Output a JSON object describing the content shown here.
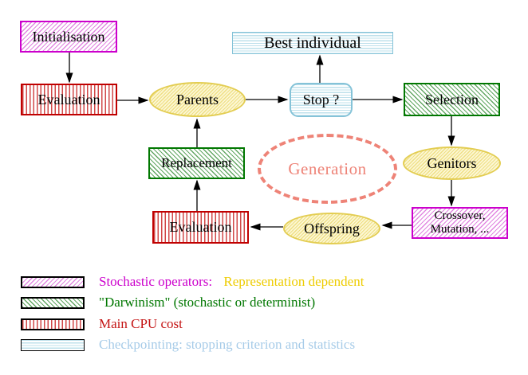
{
  "figure": {
    "title": "evolutionary-algorithm-generation-loop",
    "background": "#ffffff",
    "nodes": {
      "initialisation": {
        "label": "Initialisation",
        "shape": "box",
        "pattern": "magenta-diagonal-hatch"
      },
      "evaluation_top": {
        "label": "Evaluation",
        "shape": "box",
        "pattern": "red-vertical-stripes"
      },
      "parents": {
        "label": "Parents",
        "shape": "ellipse",
        "pattern": "yellow-diagonal-hatch"
      },
      "best_individual": {
        "label": "Best individual",
        "shape": "box",
        "pattern": "cyan-horizontal-stripes"
      },
      "stop": {
        "label": "Stop ?",
        "shape": "rounded-box",
        "pattern": "cyan-horizontal-stripes"
      },
      "selection": {
        "label": "Selection",
        "shape": "box",
        "pattern": "green-diagonal-hatch"
      },
      "genitors": {
        "label": "Genitors",
        "shape": "ellipse",
        "pattern": "yellow-diagonal-hatch"
      },
      "crossover_mutation": {
        "label_line1": "Crossover,",
        "label_line2": "Mutation, ...",
        "shape": "box",
        "pattern": "magenta-diagonal-hatch"
      },
      "offspring": {
        "label": "Offspring",
        "shape": "ellipse",
        "pattern": "yellow-diagonal-hatch"
      },
      "evaluation_bottom": {
        "label": "Evaluation",
        "shape": "box",
        "pattern": "red-vertical-stripes"
      },
      "replacement": {
        "label": "Replacement",
        "shape": "box",
        "pattern": "green-diagonal-hatch"
      },
      "generation": {
        "label": "Generation",
        "shape": "dashed-ellipse",
        "color": "#ee8377"
      }
    },
    "edges": [
      {
        "from": "initialisation",
        "to": "evaluation_top"
      },
      {
        "from": "evaluation_top",
        "to": "parents"
      },
      {
        "from": "parents",
        "to": "stop"
      },
      {
        "from": "stop",
        "to": "best_individual"
      },
      {
        "from": "stop",
        "to": "selection"
      },
      {
        "from": "selection",
        "to": "genitors"
      },
      {
        "from": "genitors",
        "to": "crossover_mutation"
      },
      {
        "from": "crossover_mutation",
        "to": "offspring"
      },
      {
        "from": "offspring",
        "to": "evaluation_bottom"
      },
      {
        "from": "evaluation_bottom",
        "to": "replacement"
      },
      {
        "from": "replacement",
        "to": "parents"
      }
    ],
    "colors": {
      "magenta": "#cc00cc",
      "green": "#007700",
      "red": "#c00000",
      "cyan_border": "#85c3d8",
      "yellow_border": "#e3cd52",
      "salmon": "#ee8377",
      "arrow": "#000000"
    },
    "legend": {
      "items": [
        {
          "pattern": "magenta-diagonal-hatch",
          "label": "Stochastic operators:",
          "color": "#cc00cc",
          "label2": "Representation dependent",
          "color2": "#eecc00"
        },
        {
          "pattern": "green-diagonal-hatch",
          "label": "\"Darwinism\" (stochastic or determinist)",
          "color": "#007700"
        },
        {
          "pattern": "red-vertical-stripes",
          "label": "Main CPU cost",
          "color": "#c41414"
        },
        {
          "pattern": "cyan-horizontal-stripes",
          "label": "Checkpointing: stopping criterion and statistics",
          "color": "#a6cbe8"
        }
      ]
    }
  }
}
